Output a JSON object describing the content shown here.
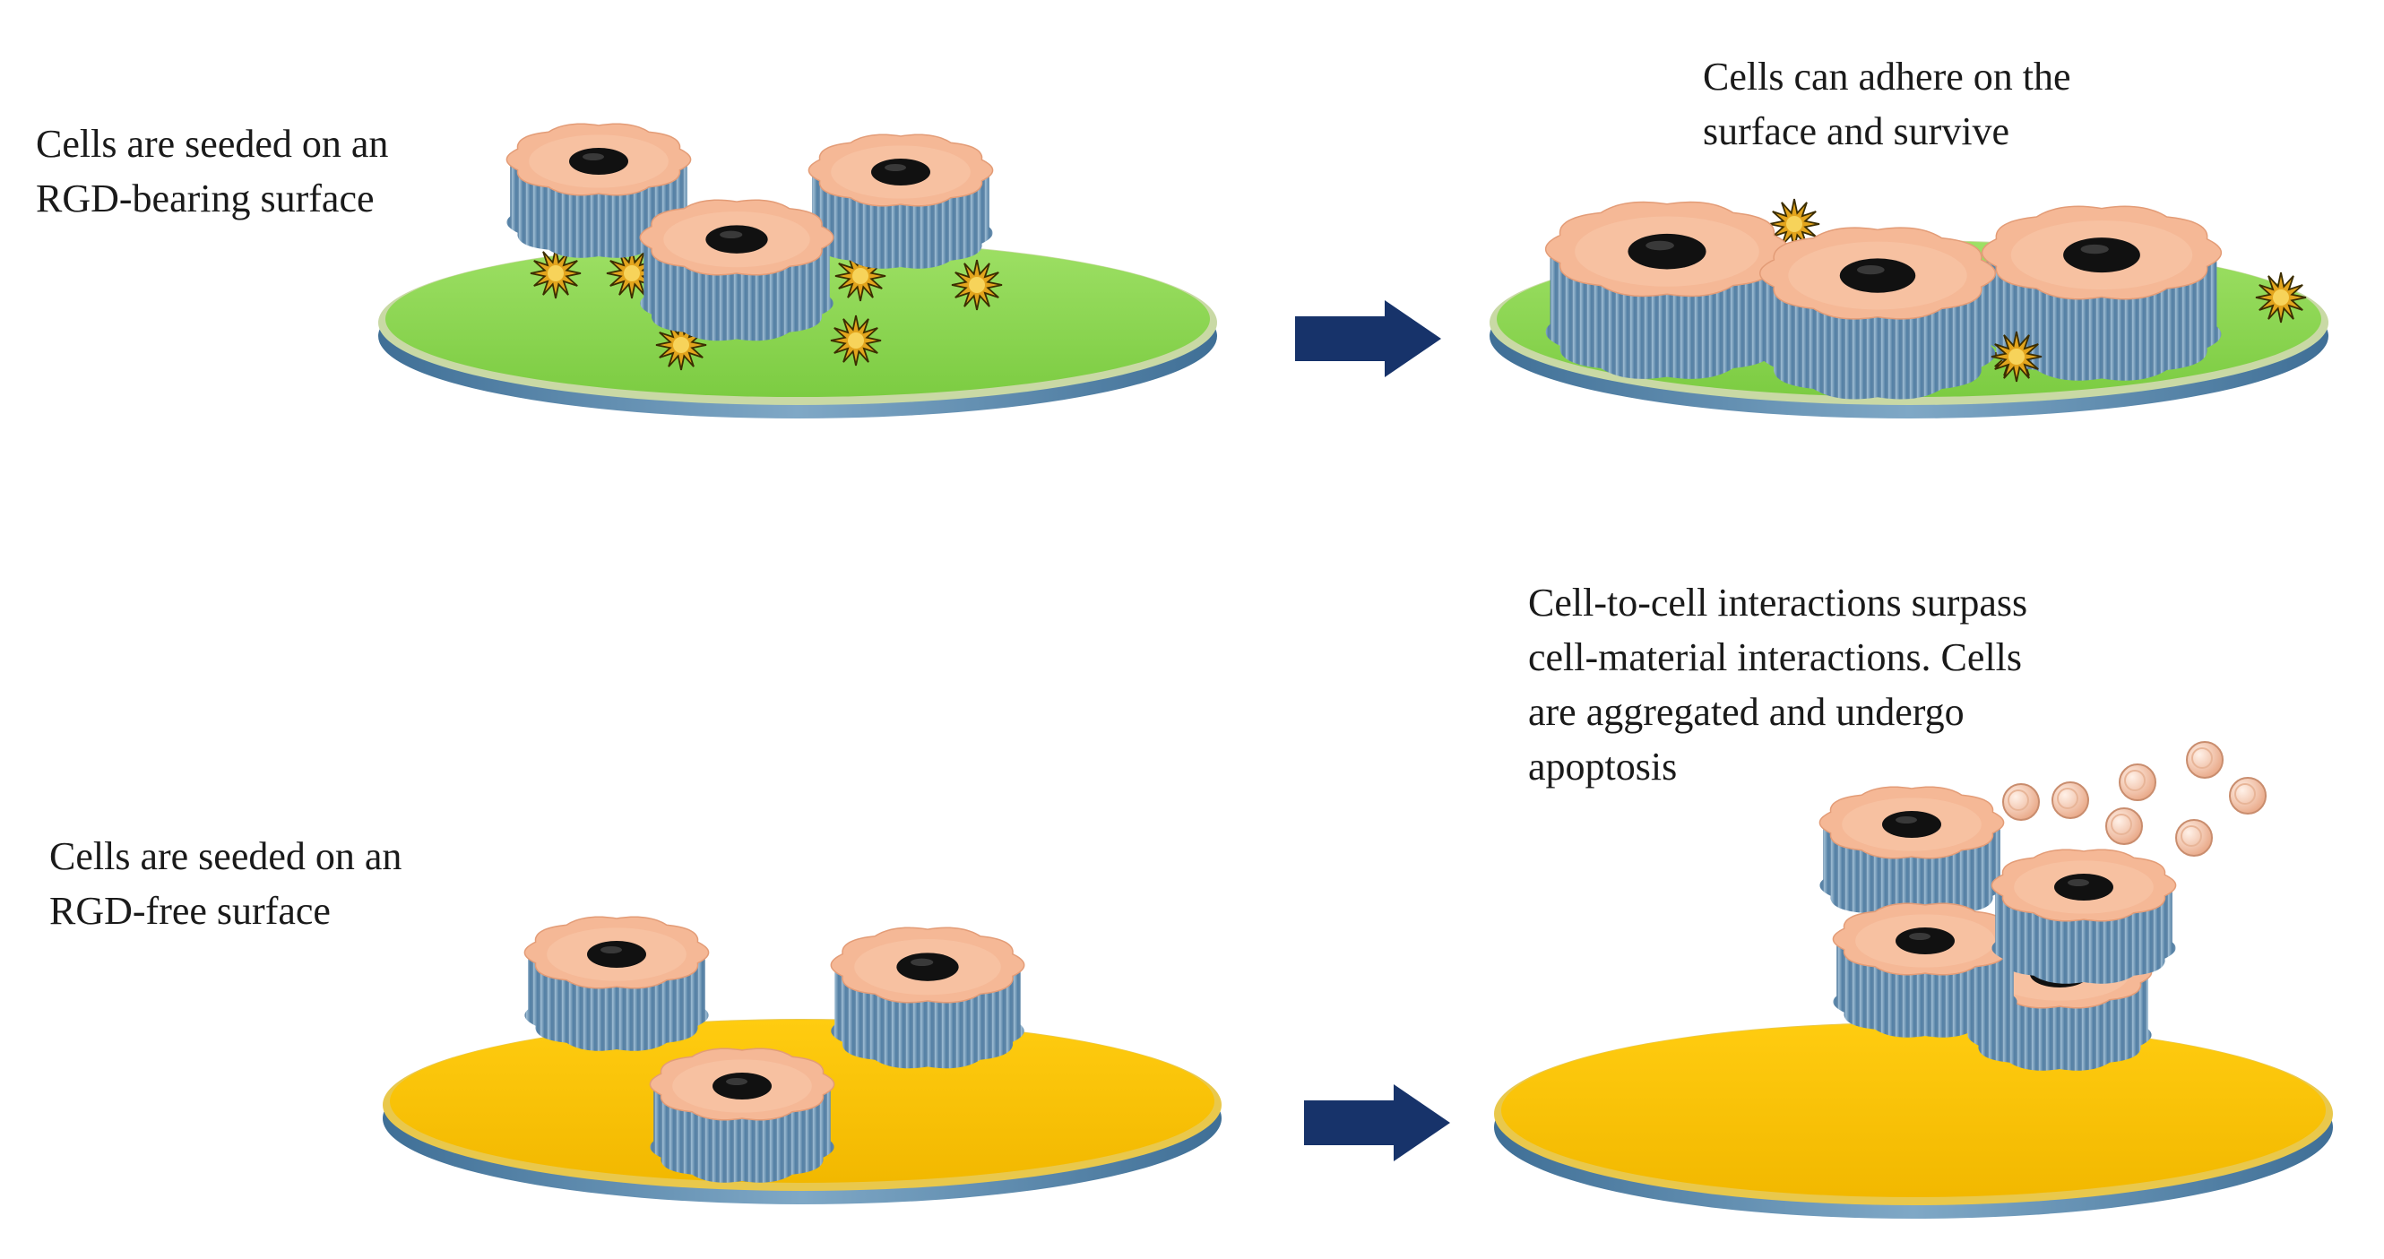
{
  "panels": {
    "rgd_bearing_before": {
      "label_lines": [
        "Cells are seeded on an",
        "RGD-bearing surface"
      ]
    },
    "rgd_bearing_after": {
      "label_lines": [
        "Cells can adhere on the",
        "surface and survive"
      ]
    },
    "rgd_free_before": {
      "label_lines": [
        "Cells are seeded on an",
        "RGD-free surface"
      ]
    },
    "rgd_free_after": {
      "label_lines": [
        "Cell-to-cell interactions surpass",
        "cell-material interactions. Cells",
        "are aggregated and undergo",
        "apoptosis"
      ]
    }
  },
  "icons": {
    "transition": "right-arrow-icon",
    "ligand": "rgd-star-icon",
    "apoptotic_body": "apoptotic-body-icon"
  },
  "colors": {
    "rgd_surface": "#8ed850",
    "rgd_free_surface": "#f9c200",
    "disc_base": "#5a89ad",
    "cell_top": "#f5b896",
    "cell_side": "#6f93b2",
    "nucleus": "#111111",
    "ligand": "#e3a51d",
    "arrow": "#17336a",
    "apoptotic_body": "#f7cdb4"
  }
}
